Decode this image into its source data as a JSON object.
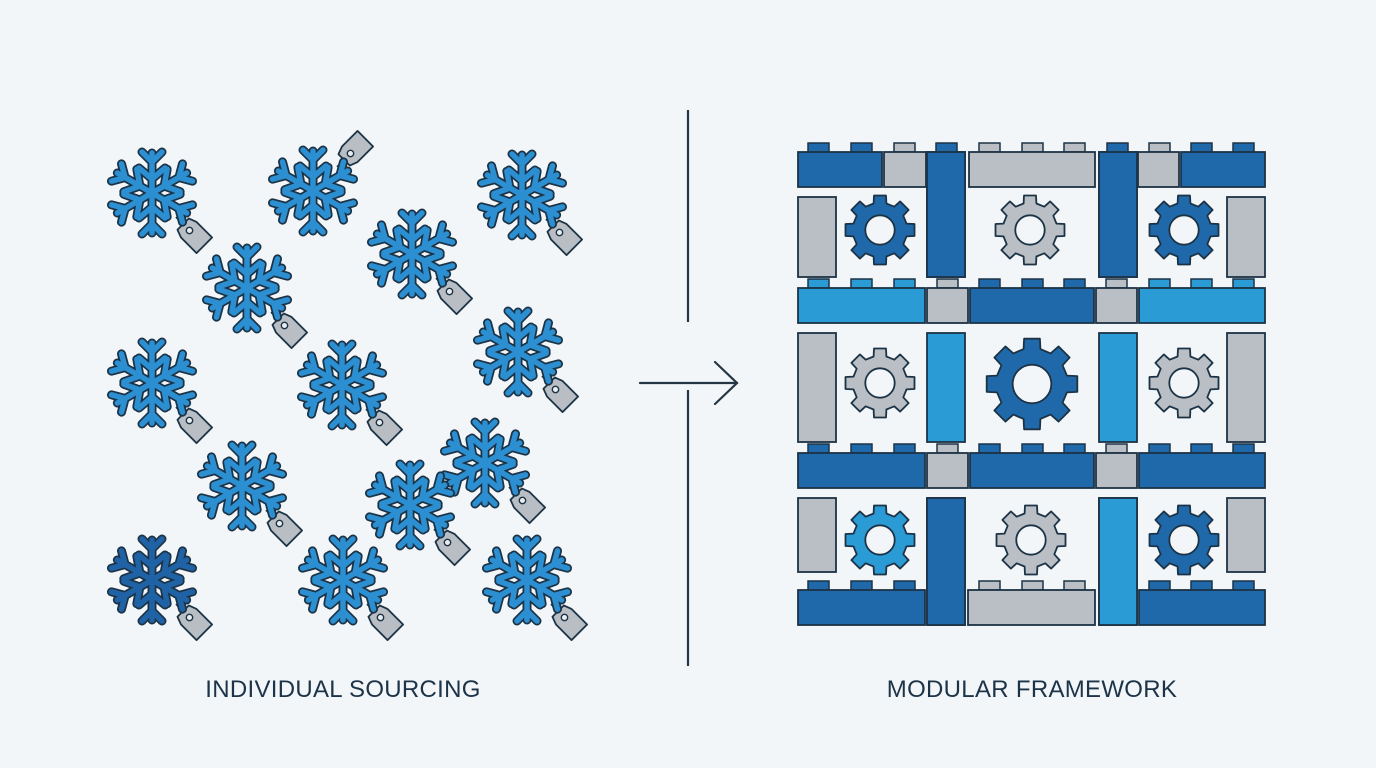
{
  "diagram": {
    "left_panel": {
      "label": "INDIVIDUAL SOURCING",
      "items": [
        {
          "icon": "snowflake-icon",
          "color": "light",
          "tag": "price-tag-icon",
          "tag_direction": "lower-right"
        },
        {
          "icon": "snowflake-icon",
          "color": "light",
          "tag": "price-tag-icon",
          "tag_direction": "upper-right"
        },
        {
          "icon": "snowflake-icon",
          "color": "light",
          "tag": "price-tag-icon",
          "tag_direction": "lower-right"
        },
        {
          "icon": "snowflake-icon",
          "color": "light",
          "tag": "price-tag-icon",
          "tag_direction": "lower-right"
        },
        {
          "icon": "snowflake-icon",
          "color": "light",
          "tag": "price-tag-icon",
          "tag_direction": "lower-right"
        },
        {
          "icon": "snowflake-icon",
          "color": "light",
          "tag": "price-tag-icon",
          "tag_direction": "lower-right"
        },
        {
          "icon": "snowflake-icon",
          "color": "light",
          "tag": "price-tag-icon",
          "tag_direction": "lower-right"
        },
        {
          "icon": "snowflake-icon",
          "color": "light",
          "tag": "price-tag-icon",
          "tag_direction": "lower-right"
        },
        {
          "icon": "snowflake-icon",
          "color": "light",
          "tag": "price-tag-icon",
          "tag_direction": "lower-right"
        },
        {
          "icon": "snowflake-icon",
          "color": "light",
          "tag": "price-tag-icon",
          "tag_direction": "lower-right"
        },
        {
          "icon": "snowflake-icon",
          "color": "light",
          "tag": "price-tag-icon",
          "tag_direction": "lower-right"
        },
        {
          "icon": "snowflake-icon",
          "color": "dark",
          "tag": "price-tag-icon",
          "tag_direction": "lower-right"
        },
        {
          "icon": "snowflake-icon",
          "color": "light",
          "tag": "price-tag-icon",
          "tag_direction": "lower-right"
        },
        {
          "icon": "snowflake-icon",
          "color": "light",
          "tag": "price-tag-icon",
          "tag_direction": "lower-right"
        }
      ]
    },
    "transition": {
      "icon": "arrow-right-icon"
    },
    "right_panel": {
      "label": "MODULAR FRAMEWORK",
      "brick_rows": [
        [
          "dark",
          "gray",
          "dark",
          "gray",
          "gray",
          "dark",
          "gray",
          "dark"
        ],
        [
          "light",
          "gray",
          "dark",
          "gray",
          "light"
        ],
        [
          "dark",
          "gray",
          "dark",
          "gray",
          "dark"
        ],
        [
          "dark",
          "gray",
          "dark"
        ]
      ],
      "columns": [
        [
          "gray",
          "dark",
          "dark",
          "gray"
        ],
        [
          "gray",
          "light",
          "light",
          "gray"
        ],
        [
          "gray",
          "dark",
          "light",
          "gray"
        ]
      ],
      "gears": [
        [
          "dark",
          "gray",
          "dark"
        ],
        [
          "gray",
          "dark",
          "gray"
        ],
        [
          "light",
          "gray",
          "dark"
        ]
      ]
    }
  },
  "palette": {
    "background": "#f2f6f9",
    "light_blue": "#2b9bd6",
    "dark_blue": "#1f69ab",
    "gray": "#b9bfc4",
    "outline": "#1c3346",
    "snowflake_light": "#2b8fd2",
    "snowflake_dark": "#1f63a6",
    "tag": "#b8bec3",
    "divider": "#243645",
    "label": "#1c3348"
  }
}
